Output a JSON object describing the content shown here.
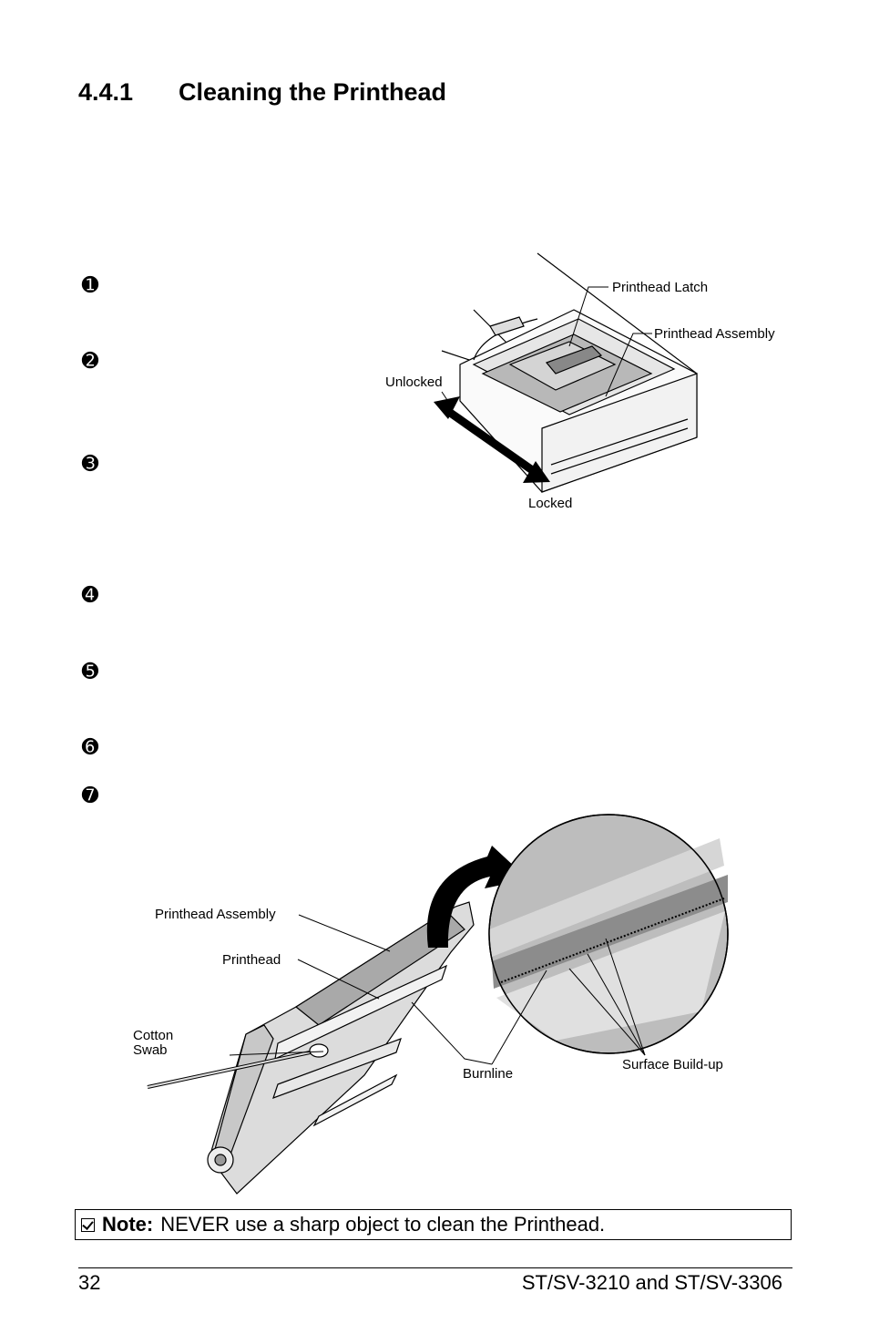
{
  "section": {
    "number": "4.4.1",
    "title": "Cleaning the Printhead"
  },
  "steps": [
    "➊",
    "➋",
    "➌",
    "➍",
    "➎",
    "➏",
    "➐"
  ],
  "figure_top": {
    "labels": {
      "latch": "Printhead Latch",
      "assembly": "Printhead Assembly",
      "unlocked": "Unlocked",
      "locked": "Locked"
    }
  },
  "figure_bottom": {
    "labels": {
      "assembly": "Printhead Assembly",
      "printhead": "Printhead",
      "swab_line1": "Cotton",
      "swab_line2": "Swab",
      "burnline": "Burnline",
      "buildup": "Surface Build-up"
    }
  },
  "note": {
    "label": "Note:",
    "text": "NEVER use a sharp object to clean the Printhead."
  },
  "footer": {
    "page": "32",
    "title": "ST/SV-3210 and ST/SV-3306"
  }
}
